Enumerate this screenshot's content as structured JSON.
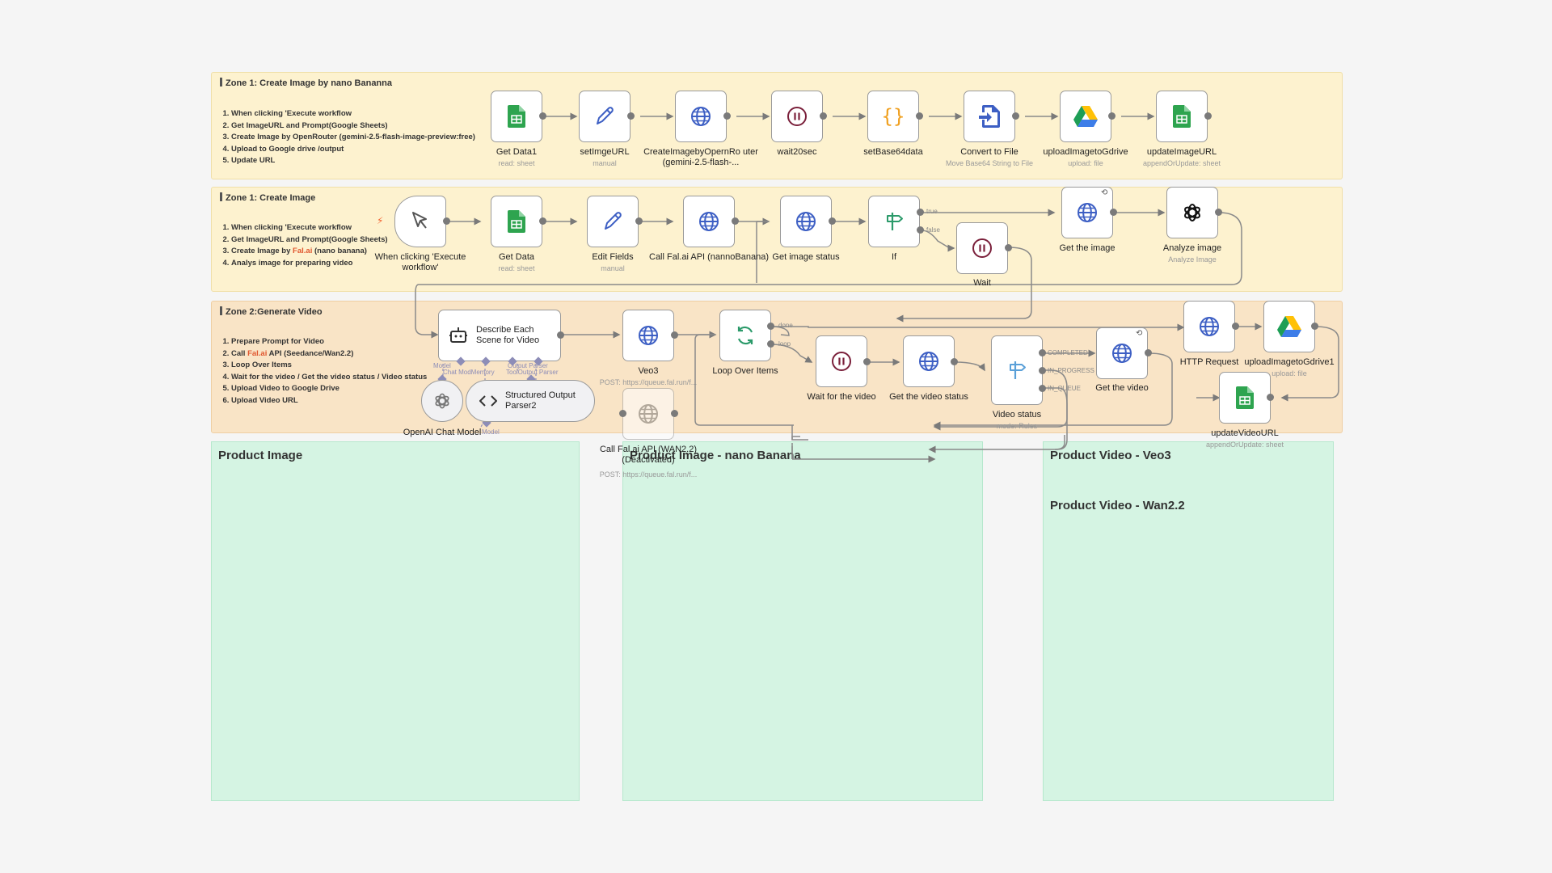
{
  "zones": {
    "z1a": {
      "title": "Zone 1: Create Image by nano Bananna",
      "steps": [
        [
          {
            "t": "When clicking 'Execute workflow"
          }
        ],
        [
          {
            "t": "Get ImageURL and Prompt(Google Sheets)"
          }
        ],
        [
          {
            "t": "Create Image by OpenRouter (gemini-2.5-flash-image-preview:free)"
          }
        ],
        [
          {
            "t": "Upload to Google drive /output"
          }
        ],
        [
          {
            "t": "Update URL"
          }
        ]
      ]
    },
    "z1b": {
      "title": "Zone 1: Create Image",
      "steps": [
        [
          {
            "t": "When clicking 'Execute workflow"
          }
        ],
        [
          {
            "t": "Get ImageURL and Prompt(Google Sheets)"
          }
        ],
        [
          {
            "t": "Create Image by "
          },
          {
            "t": "Fal.ai",
            "hl": true
          },
          {
            "t": " (nano banana)"
          }
        ],
        [
          {
            "t": "Analys image for preparing video"
          }
        ]
      ]
    },
    "z2": {
      "title": "Zone 2:Generate Video",
      "steps": [
        [
          {
            "t": "Prepare Prompt for Video"
          }
        ],
        [
          {
            "t": "Call "
          },
          {
            "t": "Fal.ai",
            "hl": true
          },
          {
            "t": " API (Seedance/Wan2.2)"
          }
        ],
        [
          {
            "t": "Loop Over Items"
          }
        ],
        [
          {
            "t": "Wait for the video / Get the video status / Video status"
          }
        ],
        [
          {
            "t": "Upload Video to Google Drive"
          }
        ],
        [
          {
            "t": "Upload Video URL"
          }
        ]
      ]
    }
  },
  "stickies": {
    "product_image": "Product Image",
    "product_image_nano": "Product Image - nano Banana",
    "product_video_veo3": "Product Video - Veo3",
    "product_video_wan": "Product Video - Wan2.2"
  },
  "nodes": {
    "get_data1": {
      "label": "Get Data1",
      "sub": "read: sheet",
      "icon": "sheets-icon"
    },
    "set_image_url": {
      "label": "setImgeURL",
      "sub": "manual",
      "icon": "pencil-icon"
    },
    "create_image_openrouter": {
      "label": "CreateImagebyOpernRo uter (gemini-2.5-flash-...",
      "sub": "",
      "icon": "globe-icon"
    },
    "wait20sec": {
      "label": "wait20sec",
      "sub": "",
      "icon": "pause-icon"
    },
    "set_base64": {
      "label": "setBase64data",
      "sub": "",
      "icon": "braces-icon"
    },
    "convert_to_file": {
      "label": "Convert to File",
      "sub": "Move Base64 String to File",
      "icon": "convert-file-icon"
    },
    "upload_gdrive_1": {
      "label": "uploadImagetoGdrive",
      "sub": "upload: file",
      "icon": "google-drive-icon"
    },
    "update_image_url": {
      "label": "updateImageURL",
      "sub": "appendOrUpdate: sheet",
      "icon": "sheets-icon"
    },
    "trigger": {
      "label": "When clicking 'Execute workflow'",
      "sub": "",
      "icon": "cursor-icon"
    },
    "get_data": {
      "label": "Get Data",
      "sub": "read: sheet",
      "icon": "sheets-icon"
    },
    "edit_fields": {
      "label": "Edit Fields",
      "sub": "manual",
      "icon": "pencil-icon"
    },
    "call_falai_nano": {
      "label": "Call Fal.ai API (nannoBanana)",
      "sub": "",
      "icon": "globe-icon"
    },
    "get_image_status": {
      "label": "Get image status",
      "sub": "",
      "icon": "globe-icon"
    },
    "if_node": {
      "label": "If",
      "sub": "",
      "icon": "signpost-icon"
    },
    "wait": {
      "label": "Wait",
      "sub": "",
      "icon": "pause-icon"
    },
    "get_the_image": {
      "label": "Get the image",
      "sub": "",
      "icon": "globe-icon"
    },
    "analyze_image": {
      "label": "Analyze image",
      "sub": "Analyze Image",
      "icon": "openai-icon"
    },
    "describe_scene": {
      "label": "Describe Each Scene for Video",
      "sub": "",
      "icon": "robot-icon"
    },
    "veo3": {
      "label": "Veo3",
      "sub": "POST: https://queue.fal.run/f...",
      "icon": "globe-icon"
    },
    "loop_over_items": {
      "label": "Loop Over Items",
      "sub": "",
      "icon": "loop-icon"
    },
    "wait_for_video": {
      "label": "Wait for the video",
      "sub": "",
      "icon": "pause-icon"
    },
    "get_video_status": {
      "label": "Get the video status",
      "sub": "",
      "icon": "globe-icon"
    },
    "video_status": {
      "label": "Video status",
      "sub": "mode: Rules",
      "icon": "signpost-icon"
    },
    "get_the_video": {
      "label": "Get the video",
      "sub": "",
      "icon": "globe-icon"
    },
    "http_request": {
      "label": "HTTP Request",
      "sub": "",
      "icon": "globe-icon"
    },
    "upload_gdrive_2": {
      "label": "uploadImagetoGdrive1",
      "sub": "upload: file",
      "icon": "google-drive-icon"
    },
    "update_video_url": {
      "label": "updateVideoURL",
      "sub": "appendOrUpdate: sheet",
      "icon": "sheets-icon"
    },
    "openai_chat": {
      "label": "OpenAI Chat Model",
      "sub": "",
      "icon": "openai-icon"
    },
    "structured_parser": {
      "label": "Structured Output Parser2",
      "sub": "",
      "icon": "code-icon"
    },
    "call_falai_wan": {
      "label": "Call Fal.ai API (WAN2.2) (Deactivated)",
      "sub": "POST: https://queue.fal.run/f...",
      "icon": "globe-icon"
    }
  },
  "branches": {
    "true": "true",
    "false": "false",
    "done": "done",
    "loop": "loop",
    "completed": "COMPLETED",
    "in_progress": "IN_PROGRESS",
    "in_queue": "IN_QUEUE"
  },
  "sub_ports": {
    "model": "Model",
    "memory": "Chat ModMemory",
    "tool": "Tool",
    "output_parser": "Output Parser",
    "output_parser2": "ToolOutput Parser",
    "model2": "Model"
  },
  "colors": {
    "zone_yellow": "#fdf2cf",
    "zone_orange": "#f9e4c6",
    "sticky_green": "#d5f4e3",
    "sheets_green": "#2ea44f",
    "globe_blue": "#3d5fc4",
    "pause_maroon": "#7a1f3a",
    "braces_orange": "#f0a020",
    "signpost_green": "#2b9a6a",
    "fal_accent": "#e0562e"
  }
}
